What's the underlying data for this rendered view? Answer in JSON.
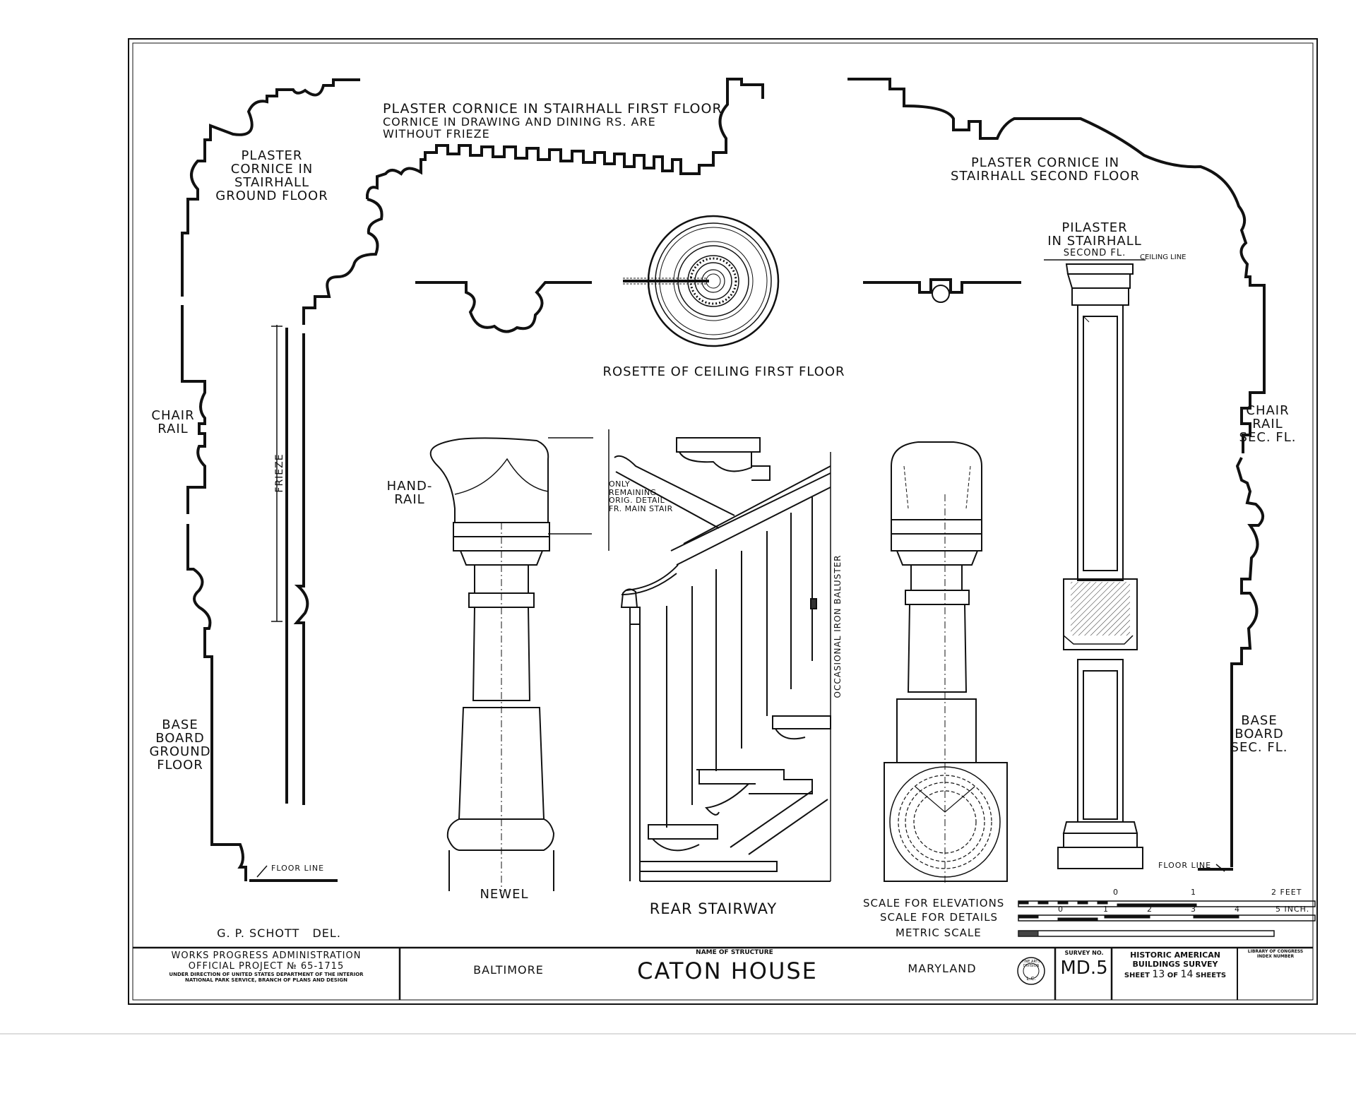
{
  "labels": {
    "cornice_first_floor": [
      "PLASTER CORNICE IN STAIRHALL FIRST FLOOR",
      "CORNICE IN DRAWING AND DINING RS. ARE",
      "WITHOUT FRIEZE"
    ],
    "cornice_ground_floor": [
      "PLASTER",
      "CORNICE IN",
      "STAIRHALL",
      "GROUND FLOOR"
    ],
    "cornice_second_floor": [
      "PLASTER CORNICE IN",
      "STAIRHALL SECOND FLOOR"
    ],
    "pilaster": [
      "PILASTER",
      "IN STAIRHALL",
      "SECOND FL."
    ],
    "ceiling_line": "CEILING LINE",
    "rosette": "ROSETTE OF CEILING FIRST FLOOR",
    "chair_rail": [
      "CHAIR",
      "RAIL"
    ],
    "chair_rail_sec": [
      "CHAIR",
      "RAIL",
      "SEC. FL."
    ],
    "frieze": "FRIEZE",
    "hand_rail": [
      "HAND-",
      "RAIL"
    ],
    "only_remaining": [
      "ONLY",
      "REMAINING",
      "ORIG. DETAIL",
      "FR. MAIN STAIR"
    ],
    "occasional_baluster": "OCCASIONAL IRON BALUSTER",
    "baseboard_ground": [
      "BASE",
      "BOARD",
      "GROUND",
      "FLOOR"
    ],
    "baseboard_sec": [
      "BASE",
      "BOARD",
      "SEC. FL."
    ],
    "floor_line_left": "FLOOR LINE",
    "floor_line_right": "FLOOR LINE",
    "newel": "NEWEL",
    "rear_stairway": "REAR STAIRWAY",
    "delineator": "G. P. SCHOTT   DEL."
  },
  "scales": {
    "elevations": {
      "label": "SCALE FOR ELEVATIONS",
      "ticks": [
        "0",
        "1",
        "2 FEET"
      ]
    },
    "details": {
      "label": "SCALE FOR DETAILS",
      "ticks": [
        "0",
        "1",
        "2",
        "3",
        "4",
        "5 INCH."
      ]
    },
    "metric": {
      "label": "METRIC SCALE"
    }
  },
  "title_block": {
    "wpa": [
      "WORKS PROGRESS ADMINISTRATION",
      "OFFICIAL PROJECT № 65-1715"
    ],
    "direction": [
      "UNDER DIRECTION OF UNITED STATES DEPARTMENT OF THE INTERIOR",
      "NATIONAL PARK SERVICE, BRANCH OF PLANS AND DESIGN"
    ],
    "city": "BALTIMORE",
    "name_caption": "NAME OF STRUCTURE",
    "structure_name": "CATON HOUSE",
    "state": "MARYLAND",
    "seal_text": "FINE ARTS DIVISION",
    "seal_center": "L.C.",
    "survey_caption": "SURVEY NO.",
    "survey_no": "MD.5",
    "habs": [
      "HISTORIC AMERICAN",
      "BUILDINGS SURVEY"
    ],
    "sheet": {
      "prefix": "SHEET",
      "number": "13",
      "of": "OF",
      "total": "14",
      "suffix": "SHEETS"
    },
    "index": [
      "LIBRARY OF CONGRESS",
      "INDEX NUMBER"
    ]
  }
}
